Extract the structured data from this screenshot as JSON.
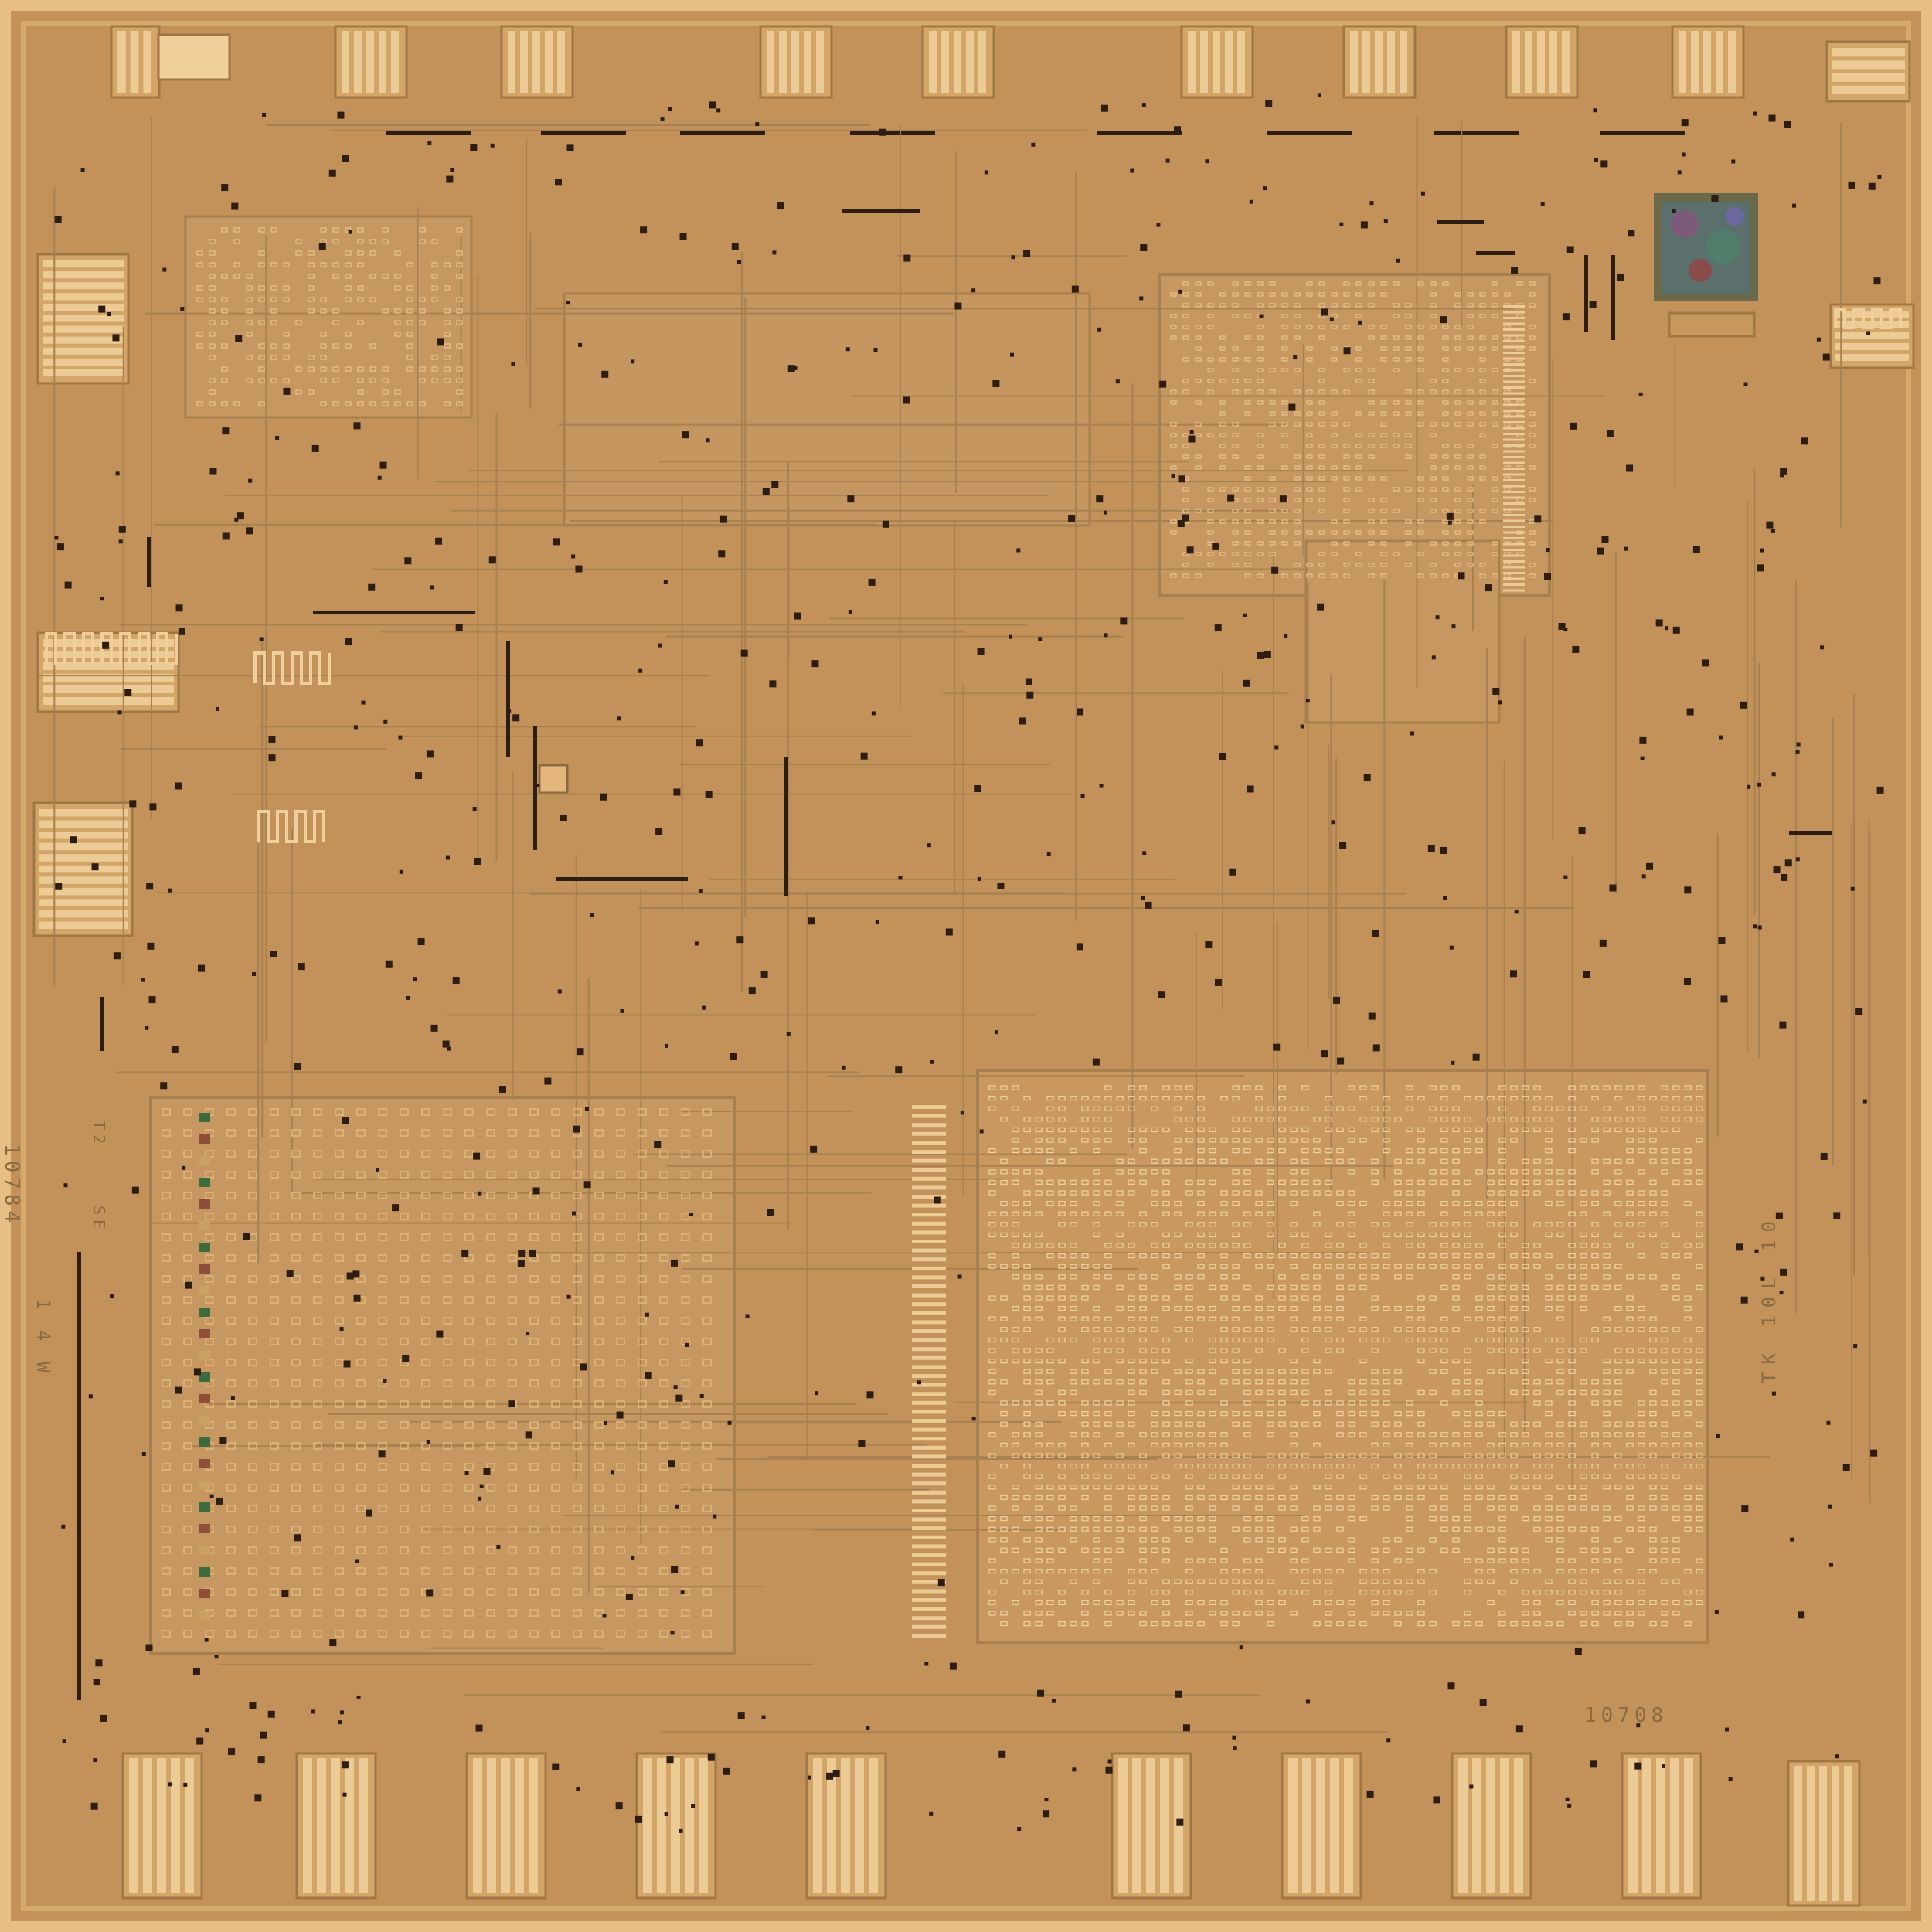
{
  "markings": {
    "die_id_vertical": "10784",
    "label_t2": "T2",
    "label_se": "SE",
    "vertical_code": "1 4 W",
    "bottom_code": "10708",
    "right_code": "TK 10L 10"
  },
  "colors": {
    "frame": "#e7be84",
    "die_background": "#c2925a",
    "pad": "#d8aa6b",
    "metal": "#f0cf9a",
    "metal_dark": "#a07644",
    "via": "#2e1d12",
    "trace": "#a98150"
  }
}
